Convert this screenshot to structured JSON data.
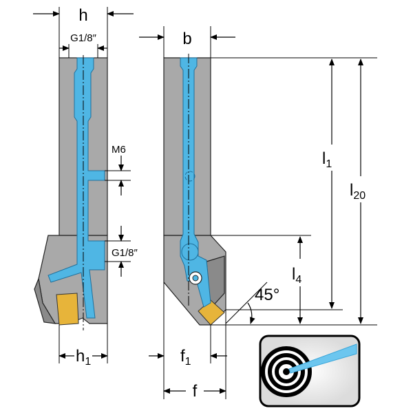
{
  "labels": {
    "h": "h",
    "g18_top": "G1/8″",
    "b": "b",
    "m6": "M6",
    "g18_side": "G1/8″",
    "l1": "l",
    "l1_sub": "1",
    "l20": "l",
    "l20_sub": "20",
    "l4": "l",
    "l4_sub": "4",
    "angle": "45°",
    "h1": "h",
    "h1_sub": "1",
    "f1": "f",
    "f1_sub": "1",
    "f": "f"
  },
  "colors": {
    "coolant": "#4fb6e4",
    "body": "#a9a9a9",
    "insert": "#e7b43a",
    "target_frame": "#000000"
  },
  "icons": {
    "target": "coolant-target-icon"
  }
}
